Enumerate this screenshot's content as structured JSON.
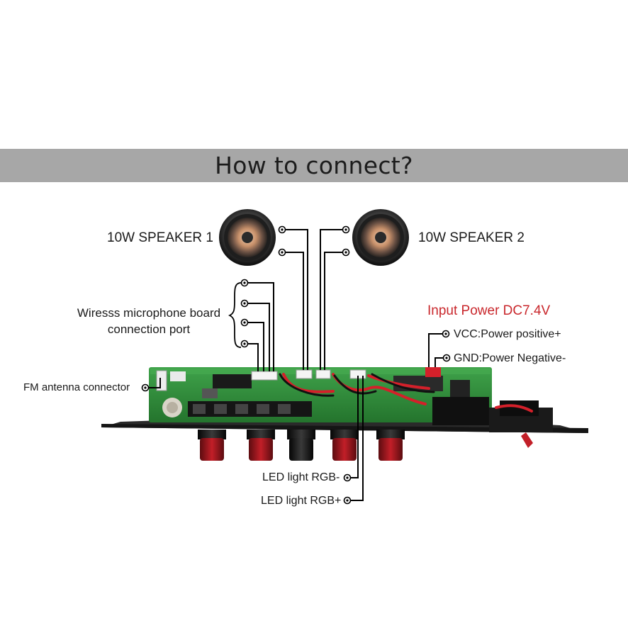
{
  "title": "How to connect?",
  "labels": {
    "speaker1": "10W SPEAKER 1",
    "speaker2": "10W SPEAKER 2",
    "mic_line1": "Wiresss microphone board",
    "mic_line2": "connection port",
    "input_power": "Input Power DC7.4V",
    "vcc": "VCC:Power positive+",
    "gnd": "GND:Power Negative-",
    "fm": "FM antenna connector",
    "led_minus": "LED light RGB-",
    "led_plus": "LED light RGB+"
  },
  "colors": {
    "banner": "#a7a7a7",
    "accent_red": "#c9272c",
    "pcb_green": "#2f8a3a",
    "wire_red": "#d4202a",
    "knob_black": "#151515"
  }
}
